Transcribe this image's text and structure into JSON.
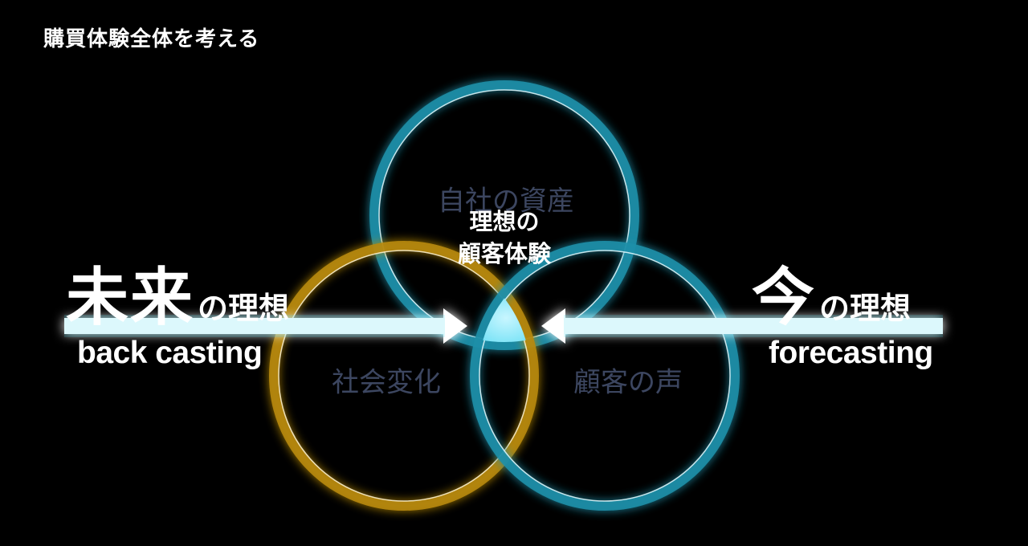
{
  "slide": {
    "title": "購買体験全体を考える"
  },
  "circles": {
    "top": {
      "label": "自社の資産",
      "color": "#39c6dc"
    },
    "left": {
      "label": "社会変化",
      "color": "#e0b21a"
    },
    "right": {
      "label": "顧客の声",
      "color": "#39c6dc"
    }
  },
  "center": {
    "line1": "理想の",
    "line2": "顧客体験",
    "highlight_color": "#8fe8ff"
  },
  "left_side": {
    "big": "未来",
    "small": "の理想",
    "sub": "back casting"
  },
  "right_side": {
    "big": "今",
    "small": "の理想",
    "sub": "forecasting"
  },
  "colors": {
    "background": "#000000",
    "arrow": "#ffffff",
    "arrow_glow": "#3fd6f0",
    "circle_label": "#3c4660"
  }
}
